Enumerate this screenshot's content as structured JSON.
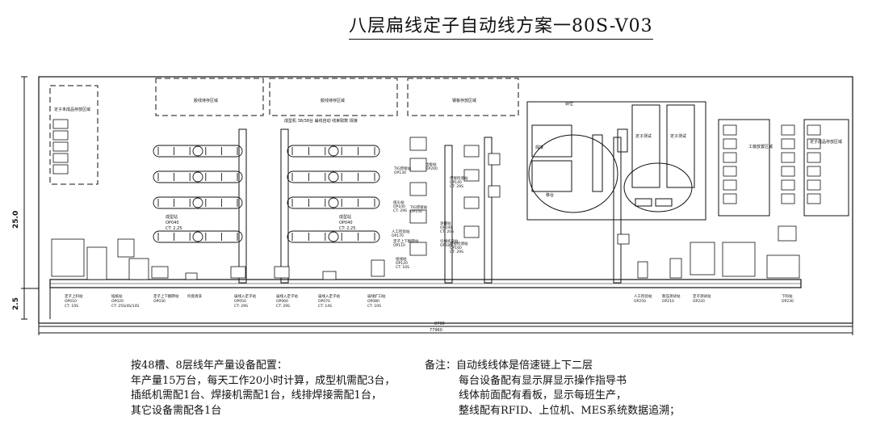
{
  "title": "八层扁线定子自动线方案一80S-V03",
  "dimensions": {
    "height_main": "25.0",
    "height_sub": "2.5",
    "width_inner": "8700",
    "width_outer": "77960"
  },
  "zones": {
    "left_storage": "定子未成品存放区域",
    "top_a": "胶线待存区域",
    "top_b": "胶线待存区域",
    "top_c": "钢板存放区域",
    "right_storage_a": "工装放置区域",
    "right_storage_b": "定子成品存放区域",
    "robot_area": "转位",
    "formed_a": "定子测试",
    "formed_b": "定子测试",
    "weld": "焊接",
    "move": "移台"
  },
  "annotations": {
    "form_main": "成型机 38/38台 扁线自动 线束取数 焊接",
    "ctx_left": "成型站",
    "ctx_left_code": "OP040",
    "ctx_left_ct": "CT: 2.25",
    "ctx_mid": "成型站",
    "ctx_mid_code": "OP040",
    "ctx_mid_ct": "CT: 2.25"
  },
  "stations": [
    {
      "name": "定子上料站",
      "code": "OP010",
      "ct": "CT: 10S"
    },
    {
      "name": "插纸站",
      "code": "OP020",
      "ct": "CT: 25S/4S/14S"
    },
    {
      "name": "定子上下翻转站",
      "code": "OP030",
      "ct": ""
    },
    {
      "name": "托盘清洗",
      "code": "",
      "ct": ""
    },
    {
      "name": "扁线入定子站",
      "code": "OP050",
      "ct": "CT: 29S"
    },
    {
      "name": "扁线入定子站",
      "code": "OP060",
      "ct": "CT: 29S"
    },
    {
      "name": "扁线入定子站",
      "code": "OP070",
      "ct": "CT: 14S"
    },
    {
      "name": "扁线扩口站",
      "code": "OP080",
      "ct": "CT: 10S"
    },
    {
      "name": "人工检验站",
      "code": "OP250",
      "ct": ""
    },
    {
      "name": "耐压测试站",
      "code": "OP210",
      "ct": ""
    },
    {
      "name": "定子测试站",
      "code": "OP220",
      "ct": ""
    },
    {
      "name": "下料站",
      "code": "OP230",
      "ct": ""
    }
  ],
  "mid_stations": [
    {
      "name": "扭头站",
      "code": "OP100",
      "ct": "CT: 29S"
    },
    {
      "name": "定子上下翻转站",
      "code": "OP110",
      "ct": ""
    },
    {
      "name": "扭线站",
      "code": "OP120",
      "ct": "CT: 10S"
    },
    {
      "name": "TIG焊接站",
      "code": "OP130",
      "ct": ""
    },
    {
      "name": "焊接检测站",
      "code": "OP140",
      "ct": "CT: 29S"
    },
    {
      "name": "TIG焊接站",
      "code": "OP150",
      "ct": ""
    },
    {
      "name": "焊接检测站",
      "code": "OP160",
      "ct": "CT: 29S"
    },
    {
      "name": "人工检验站",
      "code": "OP170",
      "ct": ""
    },
    {
      "name": "引线折弯站",
      "code": "OP180",
      "ct": ""
    },
    {
      "name": "涂覆站",
      "code": "OP190",
      "ct": "CT: 20S"
    },
    {
      "name": "出板站",
      "code": "OP200",
      "ct": ""
    }
  ],
  "notes_left": [
    "按48槽、8层线年产量设备配置：",
    "年产量15万台，每天工作20小时计算，成型机需配3台，",
    "插纸机需配1台、焊接机需配1台，线排焊接需配1台，",
    "其它设备需配各1台"
  ],
  "notes_right": [
    "备注：自动线线体是倍速链上下二层",
    "每台设备配有显示屏显示操作指导书",
    "线体前面配有看板，显示每班生产，",
    "整线配有RFID、上位机、MES系统数据追溯；"
  ]
}
